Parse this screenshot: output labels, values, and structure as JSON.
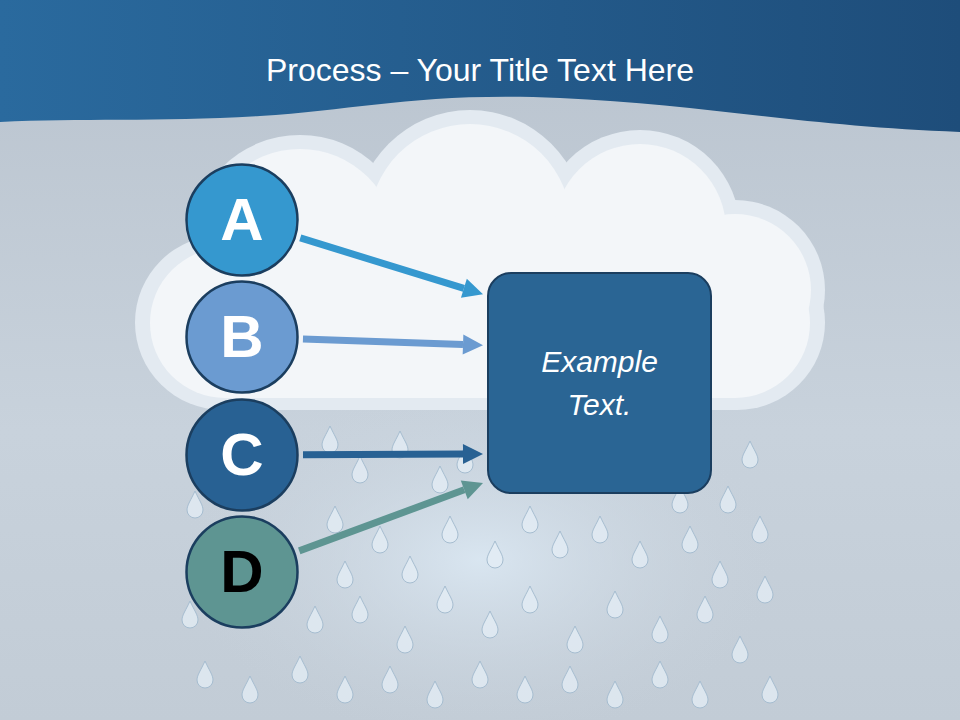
{
  "diagram": {
    "title": "Process – Your Title Text Here",
    "nodes": [
      {
        "text": [
          "A"
        ]
      },
      {
        "text": [
          "B"
        ]
      },
      {
        "text": [
          "C"
        ]
      },
      {
        "text": [
          "D"
        ]
      },
      {
        "text": [
          "Example Text."
        ]
      }
    ],
    "edges": [
      {
        "from": 0,
        "to": 4,
        "arrow": "to"
      },
      {
        "from": 1,
        "to": 4,
        "arrow": "to"
      },
      {
        "from": 2,
        "to": 4,
        "arrow": "to"
      },
      {
        "from": 3,
        "to": 4,
        "arrow": "to"
      }
    ]
  }
}
